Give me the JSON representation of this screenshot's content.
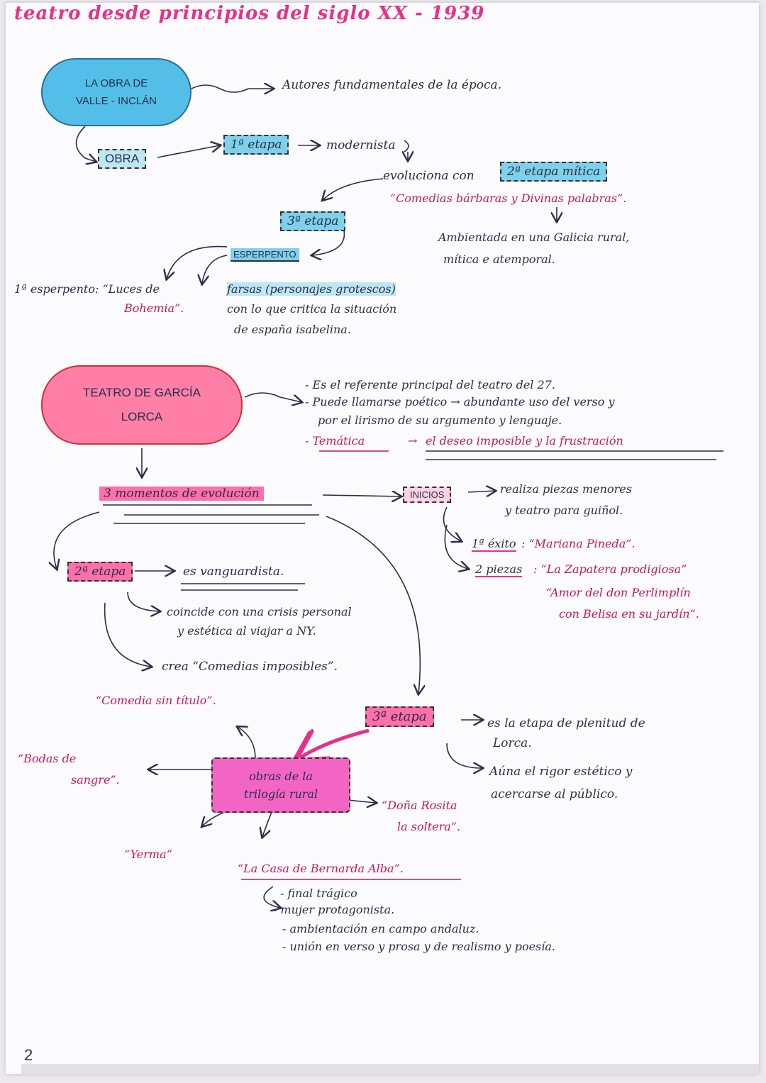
{
  "title": "teatro desde principios del siglo XX - 1939",
  "page_number": "2",
  "valle": {
    "cloud_line1": "LA OBRA DE",
    "cloud_line2": "VALLE - INCLÁN",
    "autores": "Autores fundamentales de la época.",
    "obra": "OBRA",
    "etapa1": "1ª etapa",
    "modernista": "modernista",
    "evoluciona": "evoluciona con",
    "etapa2": "2ª etapa mítica",
    "comedias": "“Comedias bárbaras y Divinas palabras”.",
    "ambientada1": "Ambientada en una Galicia rural,",
    "ambientada2": "mítica e atemporal.",
    "etapa3": "3ª etapa",
    "esperpento": "ESPERPENTO",
    "primer_esperpento1": "1ª esperpento: “Luces de",
    "primer_esperpento2": "Bohemia”.",
    "farsas1": "farsas (personajes grotescos)",
    "farsas2": "con lo que critica la situación",
    "farsas3": "de españa isabelina."
  },
  "lorca": {
    "cloud_line1": "TEATRO DE GARCÍA",
    "cloud_line2": "LORCA",
    "bullet1": "- Es el referente principal del teatro del 27.",
    "bullet2a": "- Puede llamarse poético → abundante uso del verso y",
    "bullet2b": "por el lirismo de su argumento y lenguaje.",
    "bullet3_label": "- Temática",
    "bullet3_text": "el deseo imposible y la frustración",
    "momentos": "3 momentos de evolución",
    "inicios": "INICIOS",
    "inicios_text1": "realiza piezas menores",
    "inicios_text2": "y teatro para guiñol.",
    "exito_label": "1ª éxito",
    "exito_text": ": “Mariana Pineda”.",
    "piezas_label": "2 piezas",
    "piezas_text1": ": “La Zapatera prodigiosa”",
    "piezas_text2": "“Amor del don Perlimplín",
    "piezas_text3": "con Belisa en su jardín”.",
    "etapa2": "2ª etapa",
    "vanguardista": "es vanguardista.",
    "coincide1": "coincide con una crisis personal",
    "coincide2": "y estética al viajar a NY.",
    "crea": "crea “Comedias imposibles”.",
    "comedia_sin_titulo": "“Comedia sin título”.",
    "etapa3": "3ª etapa",
    "plenitud1": "es la etapa de plenitud de",
    "plenitud2": "Lorca.",
    "auna1": "Aúna el rigor estético y",
    "auna2": "acercarse al público.",
    "trilogia1": "obras de la",
    "trilogia2": "trilogía rural",
    "bodas1": "“Bodas de",
    "bodas2": "sangre”.",
    "dona_rosita1": "“Doña Rosita",
    "dona_rosita2": "la soltera”.",
    "yerma": "“Yerma”",
    "bernarda": "“La Casa de Bernarda Alba”.",
    "final1": "- final trágico",
    "final2": "- mujer protagonista.",
    "final3": "- ambientación en campo andaluz.",
    "final4": "- unión en verso y prosa y de realismo y poesía."
  }
}
